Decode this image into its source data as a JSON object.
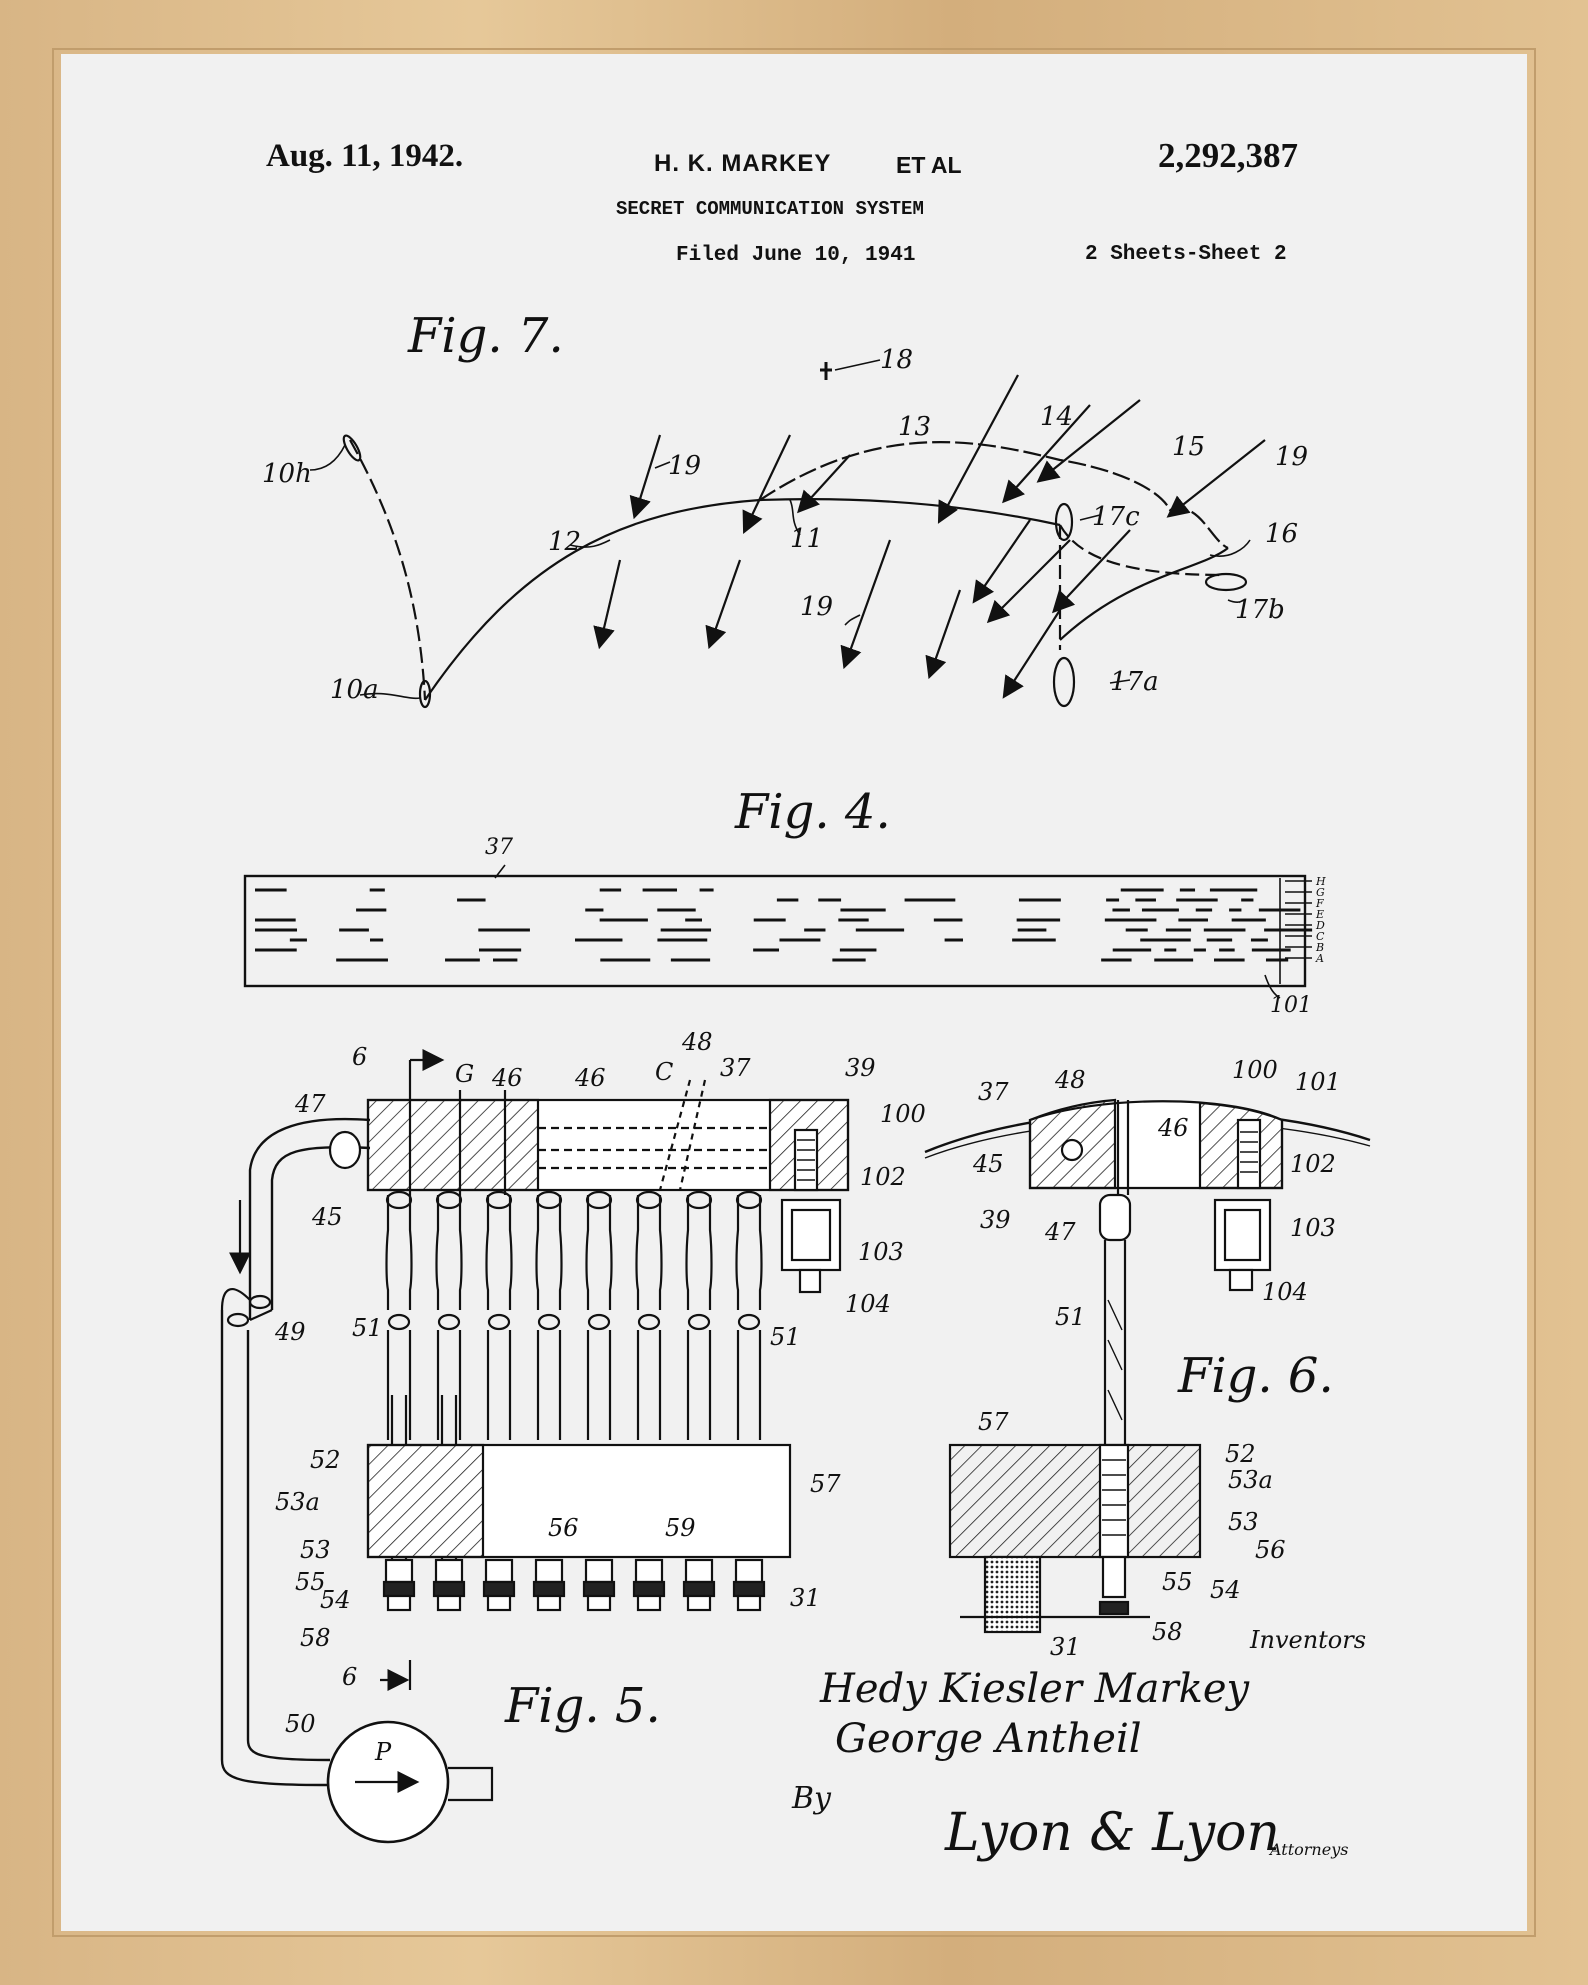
{
  "header": {
    "date": "Aug. 11, 1942.",
    "inventor": "H. K. MARKEY",
    "etal": "ET AL",
    "patent_number": "2,292,387",
    "title": "SECRET COMMUNICATION SYSTEM",
    "filed": "Filed June 10, 1941",
    "sheets": "2 Sheets-Sheet 2"
  },
  "figures": {
    "fig7": "Fig. 7.",
    "fig4": "Fig. 4.",
    "fig5": "Fig. 5.",
    "fig6": "Fig. 6."
  },
  "fig7_labels": {
    "l10h": "10h",
    "l10a": "10a",
    "l12": "12",
    "l19a": "19",
    "l11": "11",
    "l13": "13",
    "l14": "14",
    "l15": "15",
    "l19b": "19",
    "l16": "16",
    "l17c": "17c",
    "l17b": "17b",
    "l17a": "17a",
    "l19c": "19",
    "l18": "18"
  },
  "fig4_labels": {
    "l37": "37",
    "l101": "101",
    "tracks": [
      "H",
      "G",
      "F",
      "E",
      "D",
      "C",
      "B",
      "A"
    ]
  },
  "fig5_labels": {
    "l6top": "6",
    "lG": "G",
    "l46a": "46",
    "l46b": "46",
    "l48": "48",
    "lC": "C",
    "l37": "37",
    "l39": "39",
    "l47": "47",
    "l100": "100",
    "l102": "102",
    "l45": "45",
    "l103": "103",
    "l104": "104",
    "l49": "49",
    "l51a": "51",
    "l51b": "51",
    "l52": "52",
    "l53a": "53a",
    "l53": "53",
    "l57": "57",
    "l56": "56",
    "l55": "55",
    "l54": "54",
    "l58": "58",
    "l59": "59",
    "l31": "31",
    "l6bot": "6",
    "l50": "50",
    "lP": "P"
  },
  "fig6_labels": {
    "l37": "37",
    "l48": "48",
    "l100": "100",
    "l101": "101",
    "l45": "45",
    "l46": "46",
    "l102": "102",
    "l39": "39",
    "l47": "47",
    "l103": "103",
    "l104": "104",
    "l51": "51",
    "l57": "57",
    "l52": "52",
    "l53a": "53a",
    "l53": "53",
    "l56": "56",
    "l55": "55",
    "l54": "54",
    "l58": "58",
    "l31": "31"
  },
  "signatures": {
    "inventors_label": "Inventors",
    "name1": "Hedy Kiesler Markey",
    "name2": "George Antheil",
    "by": "By",
    "attorneys": "Lyon & Lyon",
    "attorneys_label": "Attorneys"
  }
}
